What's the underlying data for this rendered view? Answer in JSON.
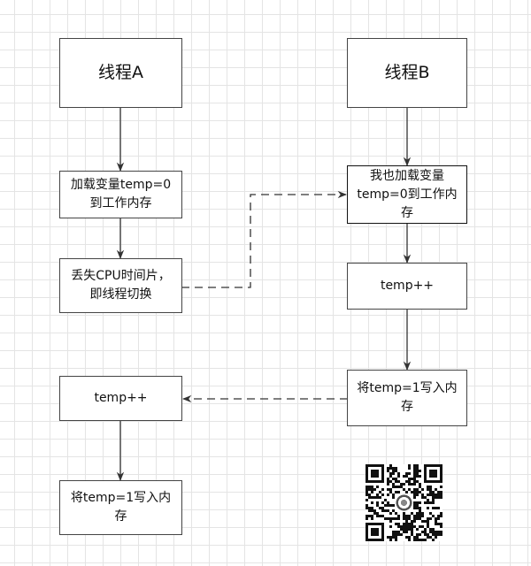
{
  "diagram": {
    "thread_a": {
      "title": "线程A",
      "load": "加载变量temp=0\n到工作内存",
      "switch": "丢失CPU时间片，\n即线程切换",
      "increment": "temp++",
      "write": "将temp=1写入内\n存"
    },
    "thread_b": {
      "title": "线程B",
      "load": "我也加载变量\ntemp=0到工作内\n存",
      "increment": "temp++",
      "write": "将temp=1写入内\n存"
    }
  },
  "qr_code": {
    "icon": "qr-code-icon"
  },
  "colors": {
    "line": "#333333",
    "border": "#444444",
    "grid": "#e4e4e4"
  }
}
